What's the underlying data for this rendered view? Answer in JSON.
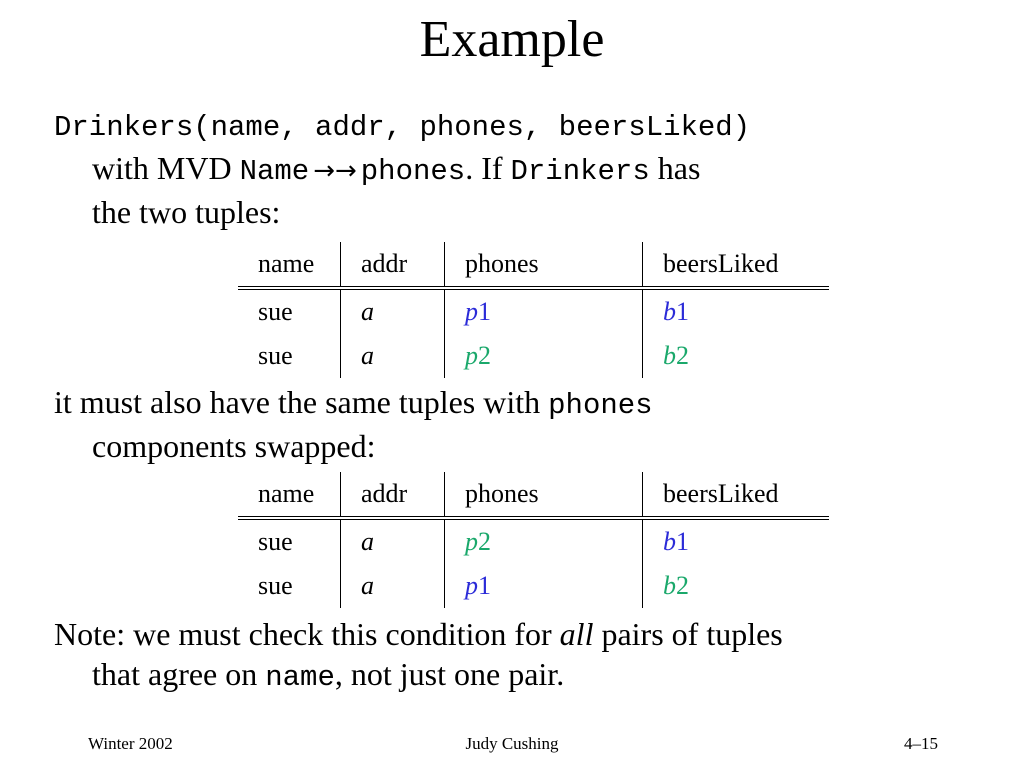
{
  "slide": {
    "title": "Example",
    "para1": {
      "relation_signature": "Drinkers(name, addr, phones, beersLiked)",
      "with_mvd": "with MVD ",
      "mvd_lhs": "Name",
      "mvd_arrow": "→→",
      "mvd_rhs": "phones",
      "if_text": ". If ",
      "relation_name": "Drinkers",
      "has_text": " has",
      "line3": "the two tuples:"
    },
    "table1": {
      "headers": [
        "name",
        "addr",
        "phones",
        "beersLiked"
      ],
      "rows": [
        {
          "name": "sue",
          "addr": "a",
          "phone_letter": "p",
          "phone_num": "1",
          "beer_letter": "b",
          "beer_num": "1",
          "phone_color": "#2b2bd8",
          "beer_color": "#2b2bd8"
        },
        {
          "name": "sue",
          "addr": "a",
          "phone_letter": "p",
          "phone_num": "2",
          "beer_letter": "b",
          "beer_num": "2",
          "phone_color": "#1aa86b",
          "beer_color": "#1aa86b"
        }
      ]
    },
    "para2": {
      "line1": "it must also have the same tuples with ",
      "line1_code": "phones",
      "line2": "components swapped:"
    },
    "table2": {
      "headers": [
        "name",
        "addr",
        "phones",
        "beersLiked"
      ],
      "rows": [
        {
          "name": "sue",
          "addr": "a",
          "phone_letter": "p",
          "phone_num": "2",
          "beer_letter": "b",
          "beer_num": "1",
          "phone_color": "#1aa86b",
          "beer_color": "#2b2bd8"
        },
        {
          "name": "sue",
          "addr": "a",
          "phone_letter": "p",
          "phone_num": "1",
          "beer_letter": "b",
          "beer_num": "2",
          "phone_color": "#2b2bd8",
          "beer_color": "#1aa86b"
        }
      ]
    },
    "para3": {
      "line1_a": "Note: we must check this condition for ",
      "line1_em": "all",
      "line1_b": " pairs of tuples",
      "line2_a": "that agree on ",
      "line2_code": "name",
      "line2_b": ", not just one pair."
    }
  },
  "footer": {
    "left": "Winter 2002",
    "center": "Judy Cushing",
    "right": "4–15"
  }
}
